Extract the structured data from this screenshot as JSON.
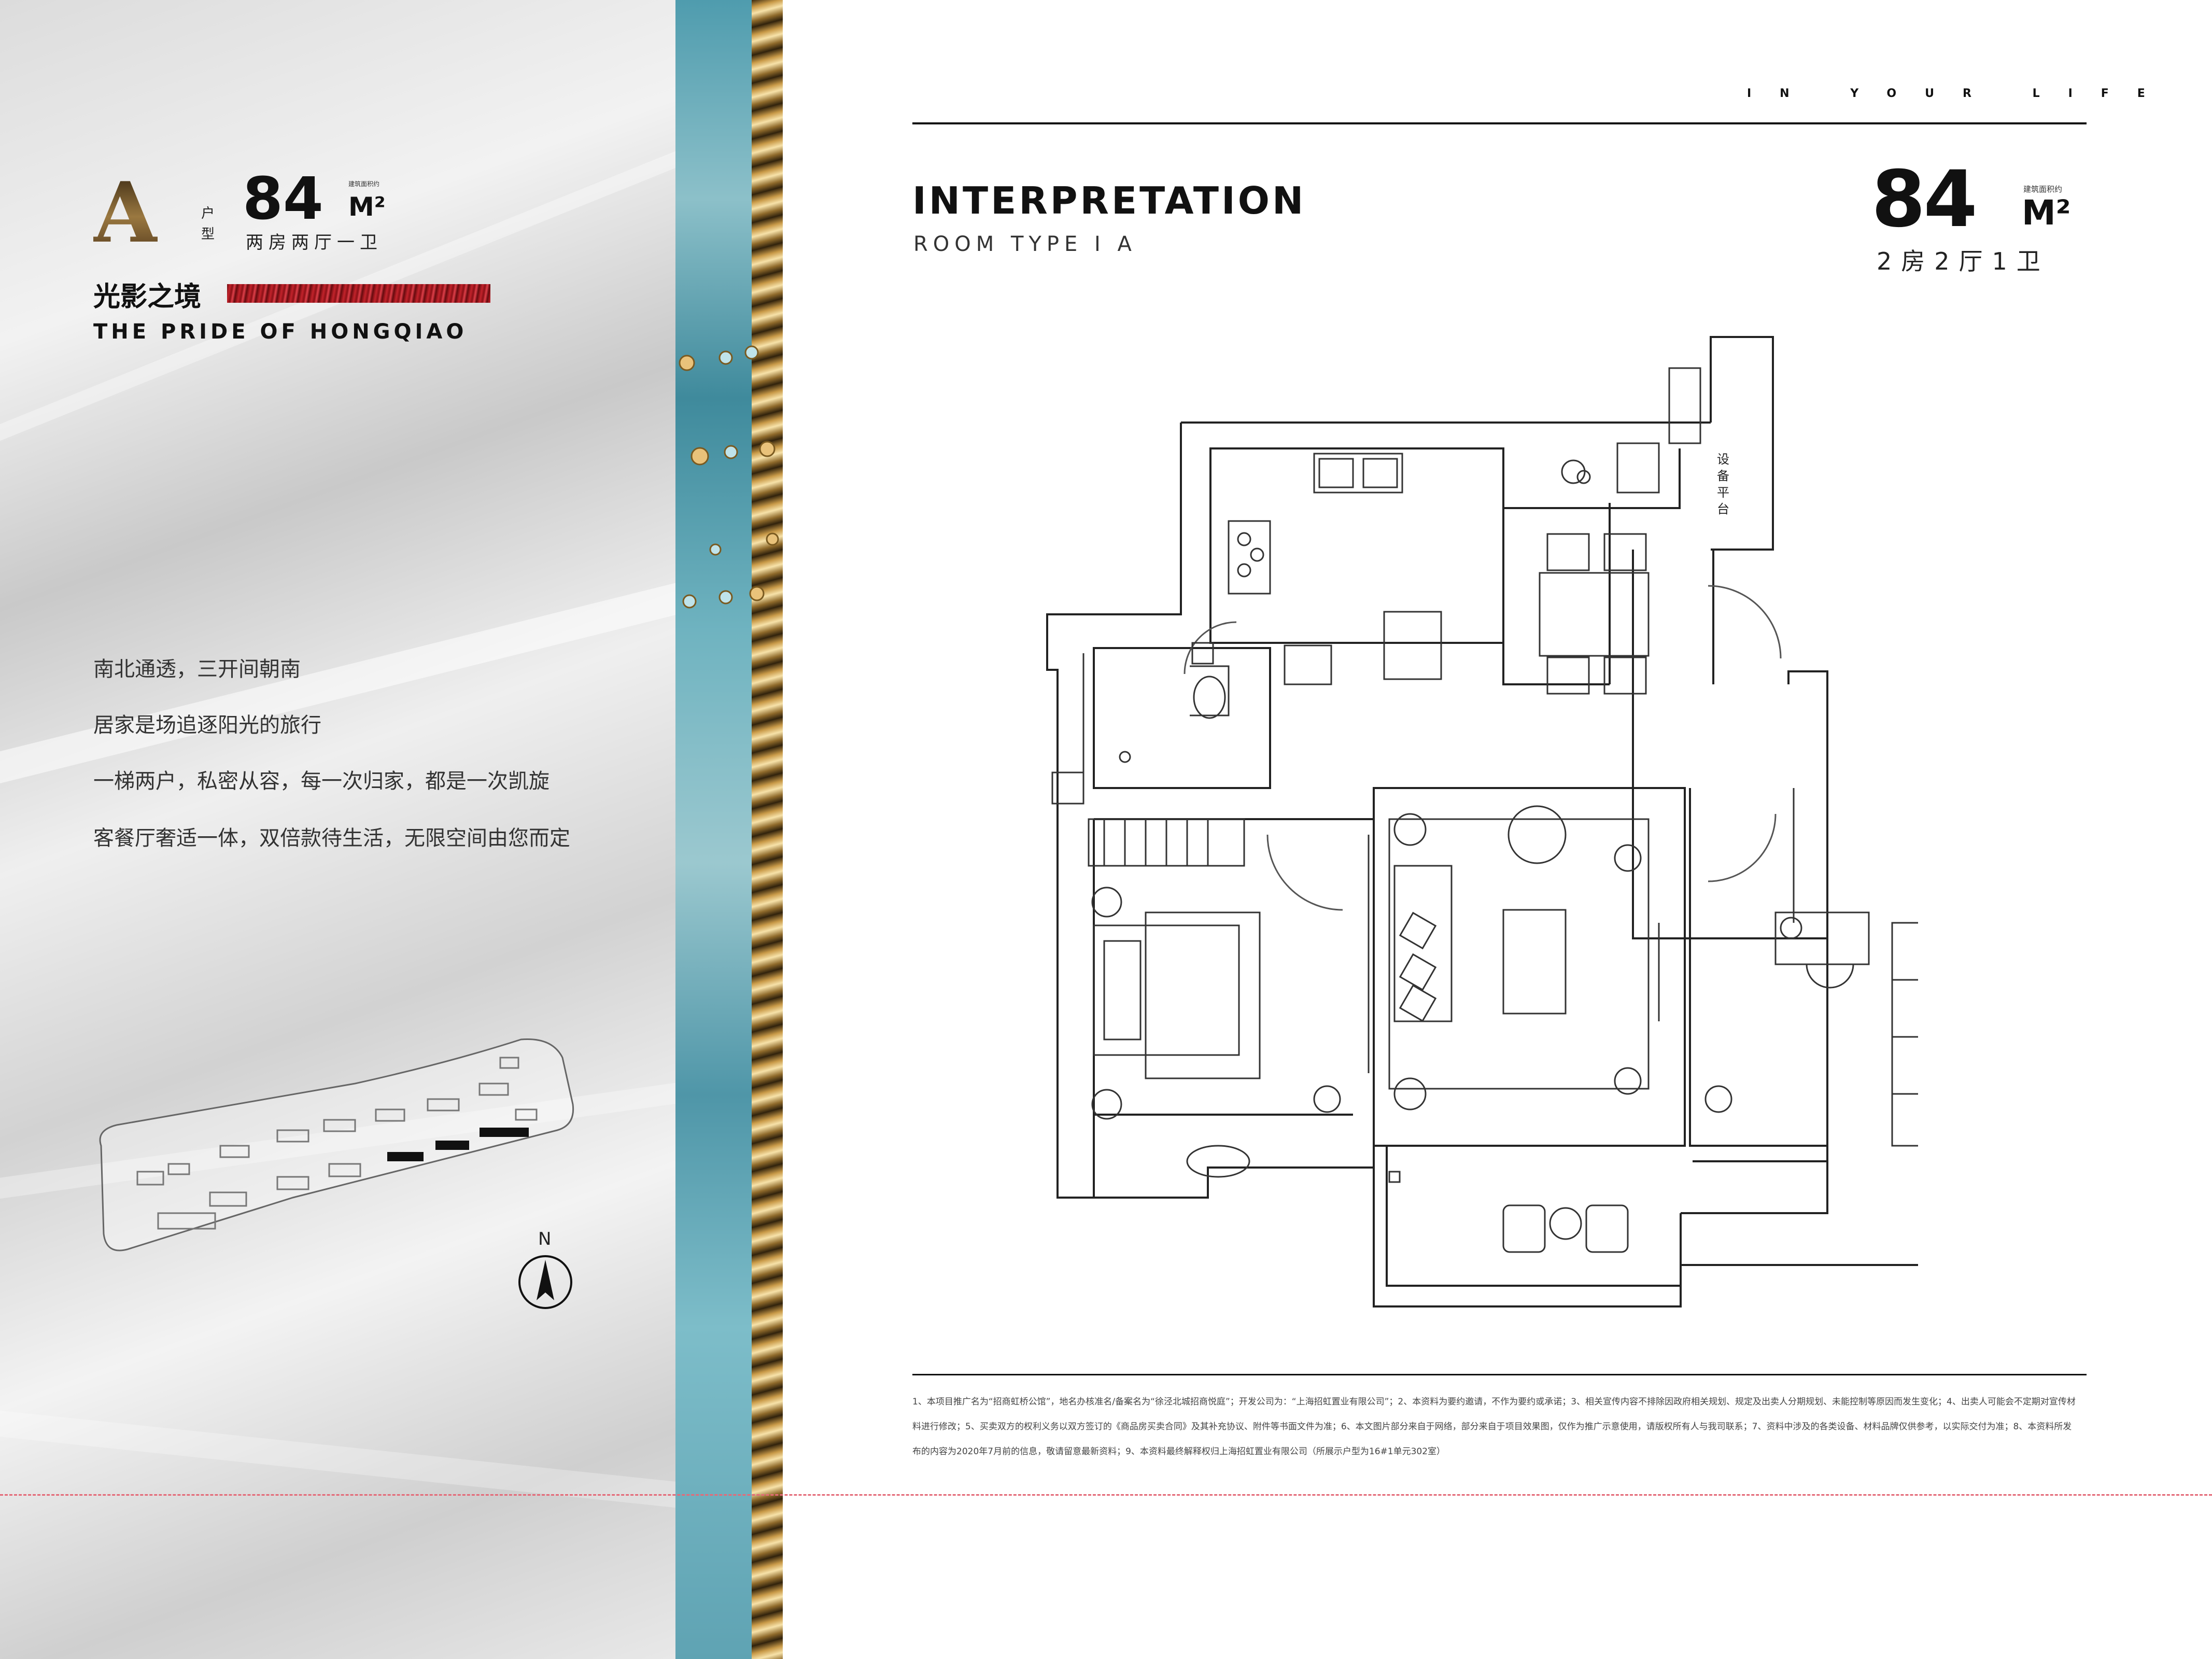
{
  "left_panel": {
    "unit_letter": "A",
    "unit_label": "户型",
    "area_number": "84",
    "area_unit": "M²",
    "area_caption": "建筑面积约",
    "layout_caption": "两房两厅一卫",
    "slogan_cn": "光影之境",
    "slogan_en": "THE PRIDE OF HONGQIAO",
    "paragraphs": [
      "南北通透，三开间朝南",
      "居家是场追逐阳光的旅行",
      "一梯两户，私密从容，每一次归家，都是一次凯旋",
      "客餐厅奢适一体，双倍款待生活，无限空间由您而定"
    ],
    "north_label": "N"
  },
  "header": {
    "tagline": "IN YOUR LIFE",
    "title": "INTERPRETATION",
    "subtitle": "ROOM TYPE  I  A",
    "area_number": "84",
    "area_unit": "M²",
    "area_caption": "建筑面积约",
    "layout": "2房2厅1卫"
  },
  "floorplan": {
    "equipment_label": "设备平台"
  },
  "notes": "1、本项目推广名为“招商虹桥公馆”，地名办核准名/备案名为“徐泾北城招商悦庭”；开发公司为：“上海招虹置业有限公司”；2、本资料为要约邀请，不作为要约或承诺；3、相关宣传内容不排除因政府相关规划、规定及出卖人分期规划、未能控制等原因而发生变化；4、出卖人可能会不定期对宣传材料进行修改；5、买卖双方的权利义务以双方签订的《商品房买卖合同》及其补充协议、附件等书面文件为准；6、本文图片部分来自于网络，部分来自于项目效果图，仅作为推广示意使用，请版权所有人与我司联系；7、资料中涉及的各类设备、材料品牌仅供参考，以实际交付为准；8、本资料所发布的内容为2020年7月前的信息，敬请留意最新资料；9、本资料最终解释权归上海招虹置业有限公司（所展示户型为16#1单元302室）"
}
